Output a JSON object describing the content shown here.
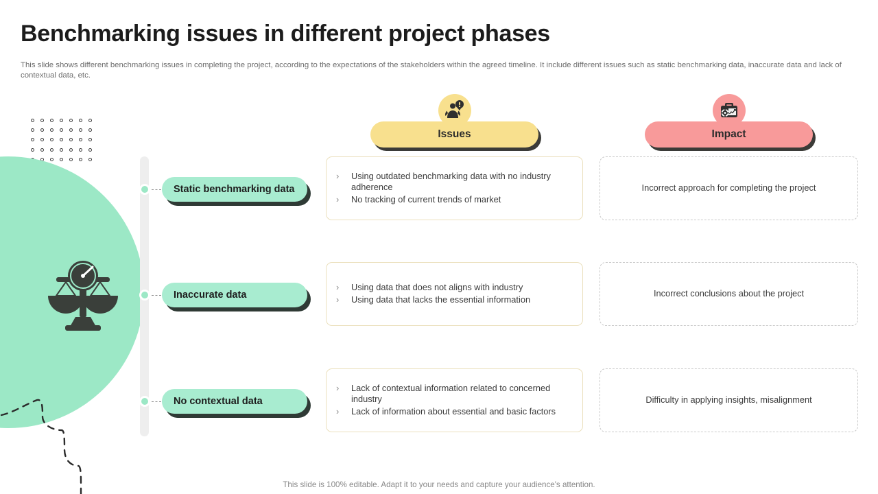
{
  "header": {
    "title": "Benchmarking issues in different project phases",
    "subtitle": "This slide shows different benchmarking issues in completing the project, according to the expectations of the stakeholders within the agreed timeline. It include different issues such as static benchmarking data, inaccurate data and lack of contextual data, etc."
  },
  "columns": {
    "issues": {
      "label": "Issues",
      "icon": "person-alert-icon",
      "color": "#f8e08e"
    },
    "impact": {
      "label": "Impact",
      "icon": "briefcase-analytics-icon",
      "color": "#f89a9a"
    }
  },
  "decor": {
    "dot_grid_icon": "dot-grid",
    "blob_icon": "balance-scale-gauge-icon",
    "blob_color": "#9ce8c6",
    "zigzag_icon": "dashed-zigzag-path",
    "rail_color": "#eeeeee",
    "node_color": "#9ce8c6",
    "pill_color": "#a8ecd0"
  },
  "rows": [
    {
      "label": "Static benchmarking data",
      "issues": [
        "Using outdated benchmarking data with no industry adherence",
        "No tracking of current trends of market"
      ],
      "impact": "Incorrect approach for completing the project"
    },
    {
      "label": "Inaccurate data",
      "issues": [
        "Using data that does not aligns with industry",
        "Using data that lacks the essential information"
      ],
      "impact": "Incorrect conclusions about the project"
    },
    {
      "label": "No contextual data",
      "issues": [
        "Lack of contextual information related to concerned industry",
        "Lack of information about essential and basic factors"
      ],
      "impact": "Difficulty in applying insights, misalignment"
    }
  ],
  "footer": {
    "note": "This slide is 100% editable. Adapt it to your needs and capture your audience's attention."
  },
  "bullet_glyph": "›"
}
